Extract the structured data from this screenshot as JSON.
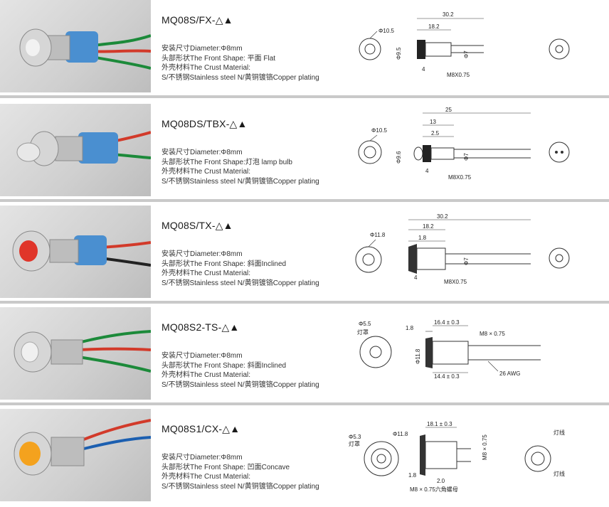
{
  "products": [
    {
      "model": "MQ08S/FX-△▲",
      "specs": [
        "安装尺寸Diameter:Φ8mm",
        "头部形状The Front Shape: 平面 Flat",
        "外壳材料The Crust Material:",
        "S/不锈钢Stainless steel  N/黄铜镀铬Copper plating"
      ],
      "dims": {
        "d1": "Φ10.5",
        "d2": "Φ9.5",
        "d3": "Φ7",
        "len": "30.2",
        "len2": "18.2",
        "w": "4",
        "thread": "M8X0.75"
      },
      "led_color": "#f2f2f2"
    },
    {
      "model": "MQ08DS/TBX-△▲",
      "specs": [
        "安装尺寸Diameter:Φ8mm",
        "头部形状The Front Shape:灯泡 lamp bulb",
        "外壳材料The Crust Material:",
        "S/不锈钢Stainless steel  N/黄铜镀铬Copper plating"
      ],
      "dims": {
        "d1": "Φ10.5",
        "d2": "Φ9.6",
        "d3": "Φ7",
        "len": "25",
        "len2": "13",
        "len3": "2.5",
        "w": "4",
        "thread": "M8X0.75"
      },
      "led_color": "#e8e8e8"
    },
    {
      "model": "MQ08S/TX-△▲",
      "specs": [
        "安装尺寸Diameter:Φ8mm",
        "头部形状The Front Shape: 斜面Inclined",
        "外壳材料The Crust Material:",
        "S/不锈钢Stainless steel  N/黄铜镀铬Copper plating"
      ],
      "dims": {
        "d1": "Φ11.8",
        "d3": "Φ7",
        "len": "30.2",
        "len2": "18.2",
        "len3": "1.8",
        "w": "4",
        "thread": "M8X0.75"
      },
      "led_color": "#e0352a"
    },
    {
      "model": "MQ08S2-TS-△▲",
      "specs": [
        "安装尺寸Diameter:Φ8mm",
        "头部形状The Front Shape: 斜面Inclined",
        "外壳材料The Crust Material:",
        "S/不锈钢Stainless steel  N/黄铜镀铬Copper plating"
      ],
      "dims": {
        "d1": "Φ5.5",
        "lamp": "灯罩",
        "d2": "Φ11.8",
        "len3": "1.8",
        "len2": "16.4 ± 0.3",
        "len4": "14.4 ± 0.3",
        "thread": "M8 × 0.75",
        "awg": "26 AWG"
      },
      "led_color": "#f0f0f0"
    },
    {
      "model": "MQ08S1/CX-△▲",
      "specs": [
        "安装尺寸Diameter:Φ8mm",
        "头部形状The Front Shape: 凹面Concave",
        "外壳材料The Crust Material:",
        "S/不锈钢Stainless steel  N/黄铜镀铬Copper plating"
      ],
      "dims": {
        "d1": "Φ5.3",
        "lamp": "灯罩",
        "d2": "Φ11.8",
        "len2": "18.1 ± 0.3",
        "thread_v": "M8 × 0.75",
        "len3": "1.8",
        "len5": "2.0",
        "nut": "M8 × 0.75六角螺母",
        "wire1": "灯线",
        "wire2": "灯线"
      },
      "led_color": "#f4a21e"
    }
  ]
}
